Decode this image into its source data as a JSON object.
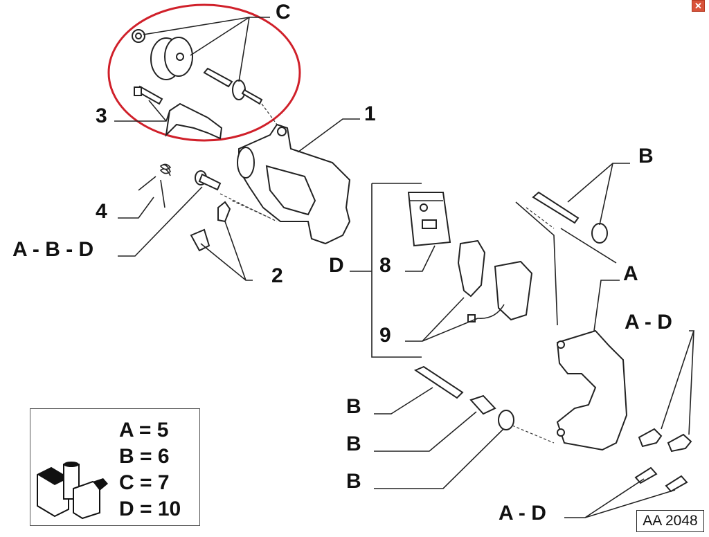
{
  "window": {
    "close_icon": "close-icon",
    "close_color": "#d9533a"
  },
  "diagram": {
    "highlight_color": "#d0202a",
    "labels": {
      "C": "C",
      "one": "1",
      "three": "3",
      "four": "4",
      "abd": "A - B - D",
      "two": "2",
      "D": "D",
      "eight": "8",
      "nine": "9",
      "B_top": "B",
      "A_bracket": "A",
      "AD_right": "A - D",
      "B_pin": "B",
      "B_sleeve": "B",
      "B_boot": "B",
      "AD_bottom": "A - D"
    },
    "code": "AA 2048"
  },
  "legend": {
    "rows": [
      "A = 5",
      "B = 6",
      "C = 7",
      "D = 10"
    ],
    "icon": "parts-kit-icon"
  }
}
